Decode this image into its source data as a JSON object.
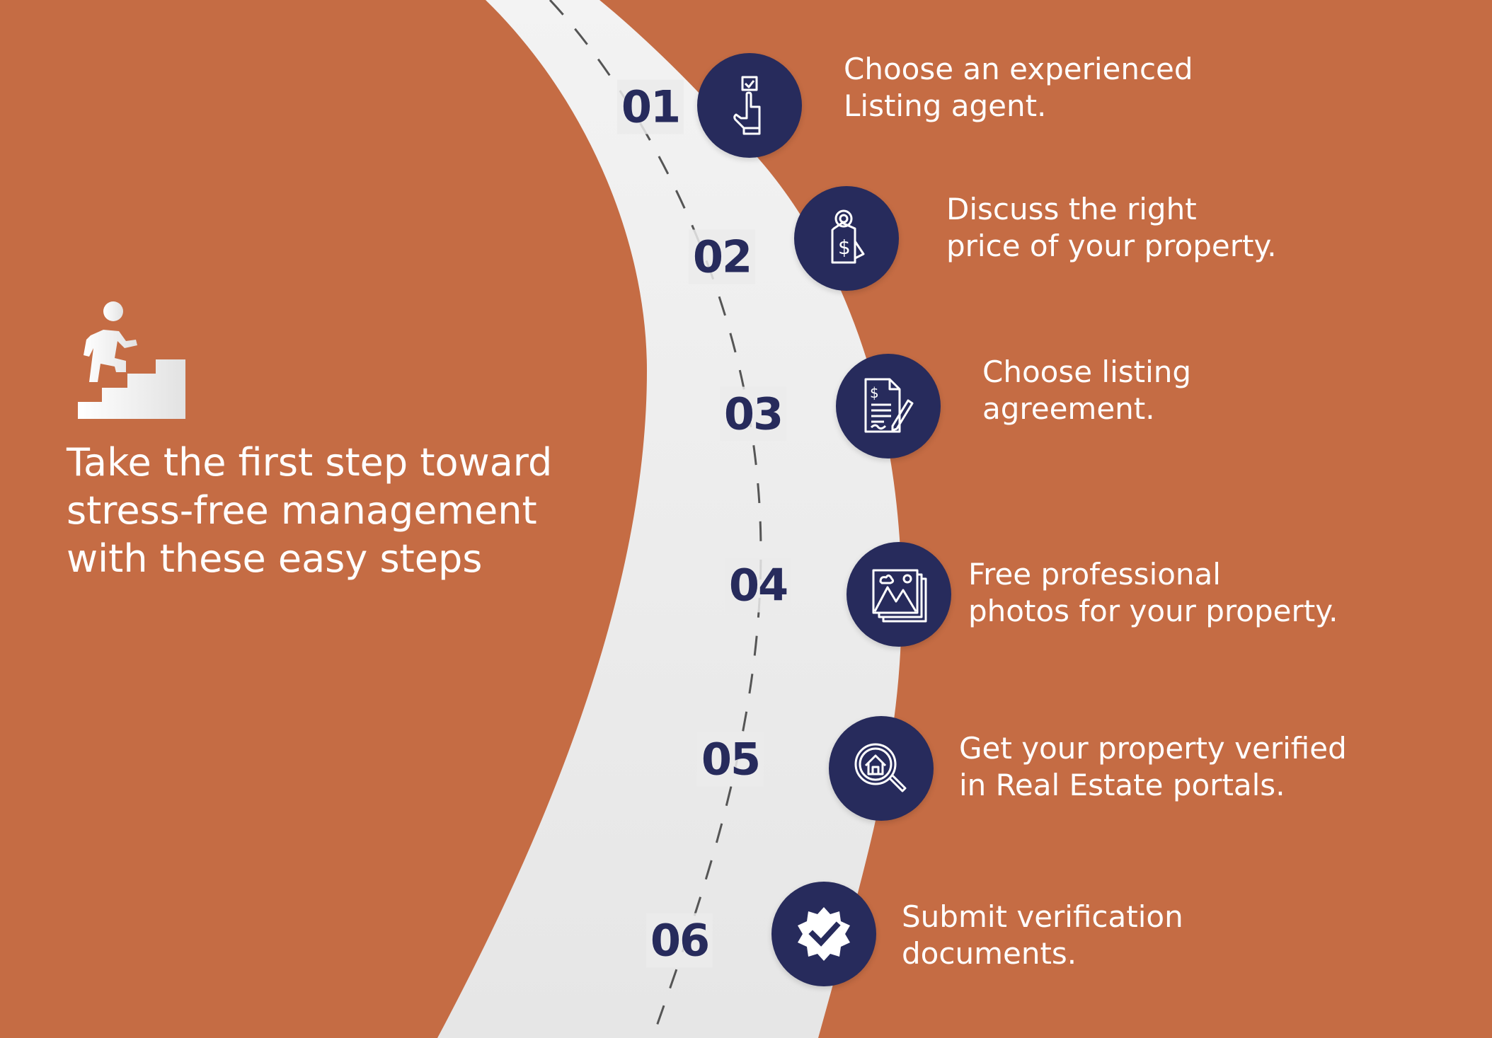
{
  "heading": {
    "lines": [
      "Take the first step toward",
      "stress-free management",
      "with these easy steps"
    ]
  },
  "steps": [
    {
      "number": "01",
      "icon": "hand-pointer-checkbox-icon",
      "lines": [
        "Choose an experienced",
        "Listing agent."
      ]
    },
    {
      "number": "02",
      "icon": "price-tag-icon",
      "lines": [
        "Discuss the right",
        "price of your property."
      ]
    },
    {
      "number": "03",
      "icon": "contract-signing-icon",
      "lines": [
        "Choose listing",
        "agreement."
      ]
    },
    {
      "number": "04",
      "icon": "photos-icon",
      "lines": [
        "Free professional",
        "photos for your property."
      ]
    },
    {
      "number": "05",
      "icon": "house-search-icon",
      "lines": [
        "Get your property verified",
        "in Real Estate portals."
      ]
    },
    {
      "number": "06",
      "icon": "verified-badge-icon",
      "lines": [
        "Submit verification",
        "documents."
      ]
    }
  ],
  "colors": {
    "background": "#c56c44",
    "navy": "#272b5c",
    "road": "#efefef"
  }
}
